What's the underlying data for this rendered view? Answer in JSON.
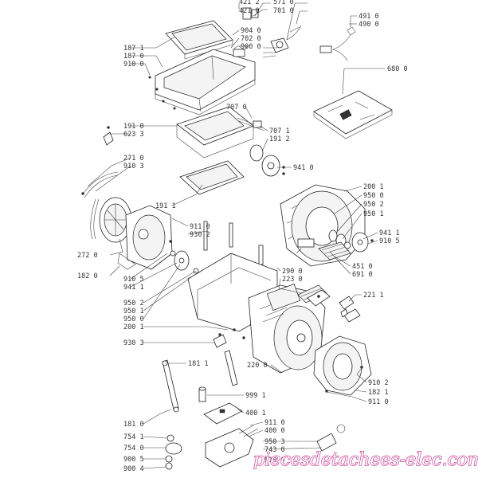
{
  "labels": {
    "l4212": "421 2",
    "l4210": "421 0",
    "l5710": "571 0",
    "l7010": "701 0",
    "l4910": "491 0",
    "l4900": "490 0",
    "l9040": "904 0",
    "l7020": "702 0",
    "l9000": "900 0",
    "l1871": "187 1",
    "l1870": "187 0",
    "l9100": "910 0",
    "l6800": "680 0",
    "l7070": "707 0",
    "l1910": "191 0",
    "l6233": "623 3",
    "l7071": "707 1",
    "l1912": "191 2",
    "l9410": "941 0",
    "l2710": "271 0",
    "l9103": "910 3",
    "l1911": "191 1",
    "l2001": "200 1",
    "l9500": "950 0",
    "l9502": "950 2",
    "l9501": "950 1",
    "l9110": "911 0",
    "l9302": "930 2",
    "l9411": "941 1",
    "l9105": "910 5",
    "l2720": "272 0",
    "l1820": "182 0",
    "l9105b": "910 5",
    "l9411b": "941 1",
    "l4510": "451 0",
    "l6910": "691 0",
    "l2900": "290 0",
    "l2230": "223 0",
    "l2211": "221 1",
    "l9502b": "950 2",
    "l9501b": "950 1",
    "l9500b": "950 0",
    "l2001b": "200 1",
    "l9303": "930 3",
    "l1811": "181 1",
    "l2200": "220 0",
    "l9102": "910 2",
    "l1821": "182 1",
    "l9110b": "911 0",
    "l9991": "999 1",
    "l4001": "400 1",
    "l1810": "181 0",
    "l9110c": "911 0",
    "l4000": "400 0",
    "l7541": "754 1",
    "l9503": "950 3",
    "l7540": "754 0",
    "l7430": "743 0",
    "l9005": "900 5",
    "l9004": "900 4",
    "l9100b": "910 0"
  },
  "watermark": "piecesdetachees-elec.com",
  "colors": {
    "line": "#444444",
    "label": "#333333",
    "watermark": "#c0288a"
  }
}
